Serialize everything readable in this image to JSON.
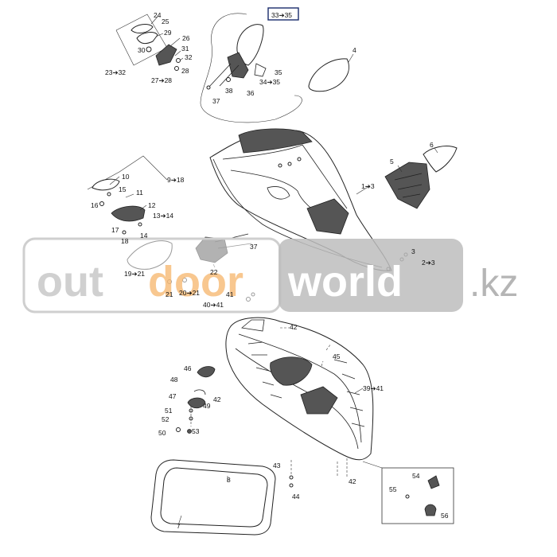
{
  "callouts": {
    "c1": "24",
    "c2": "25",
    "c3": "29",
    "c4": "30",
    "c5": "26",
    "c6": "31",
    "c7": "32",
    "c8": "28",
    "c9": "23➔32",
    "c10": "27➔28",
    "c11": "33➔35",
    "c12": "35",
    "c13": "34➔35",
    "c14": "38",
    "c15": "36",
    "c16": "37",
    "c17": "4",
    "c18": "6",
    "c19": "5",
    "c20": "1➔3",
    "c21": "10",
    "c22": "9➔18",
    "c23": "15",
    "c24": "11",
    "c25": "16",
    "c26": "12",
    "c27": "13➔14",
    "c28": "17",
    "c29": "14",
    "c30": "18",
    "c31": "37",
    "c32": "3",
    "c33": "2➔3",
    "c34": "19➔21",
    "c35": "22",
    "c36": "21",
    "c37": "20➔21",
    "c38": "41",
    "c39": "40➔41",
    "c40": "42",
    "c41": "45",
    "c42": "39➔41",
    "c43": "46",
    "c44": "48",
    "c45": "42",
    "c46": "47",
    "c47": "49",
    "c48": "51",
    "c49": "52",
    "c50": "50",
    "c51": "53",
    "c52": "43",
    "c53": "42",
    "c54": "44",
    "c55": "8",
    "c56": "7",
    "c57": "54",
    "c58": "55",
    "c59": "56"
  },
  "watermark": {
    "part1": "out",
    "part2": "door",
    "part3": "world",
    "domain": ".kz"
  },
  "colors": {
    "line": "#222222",
    "accent_navy": "#1a2c6b",
    "watermark_gray": "#c8c8c8",
    "watermark_orange": "#f5b46a",
    "watermark_bg": "#bdbdbd"
  }
}
